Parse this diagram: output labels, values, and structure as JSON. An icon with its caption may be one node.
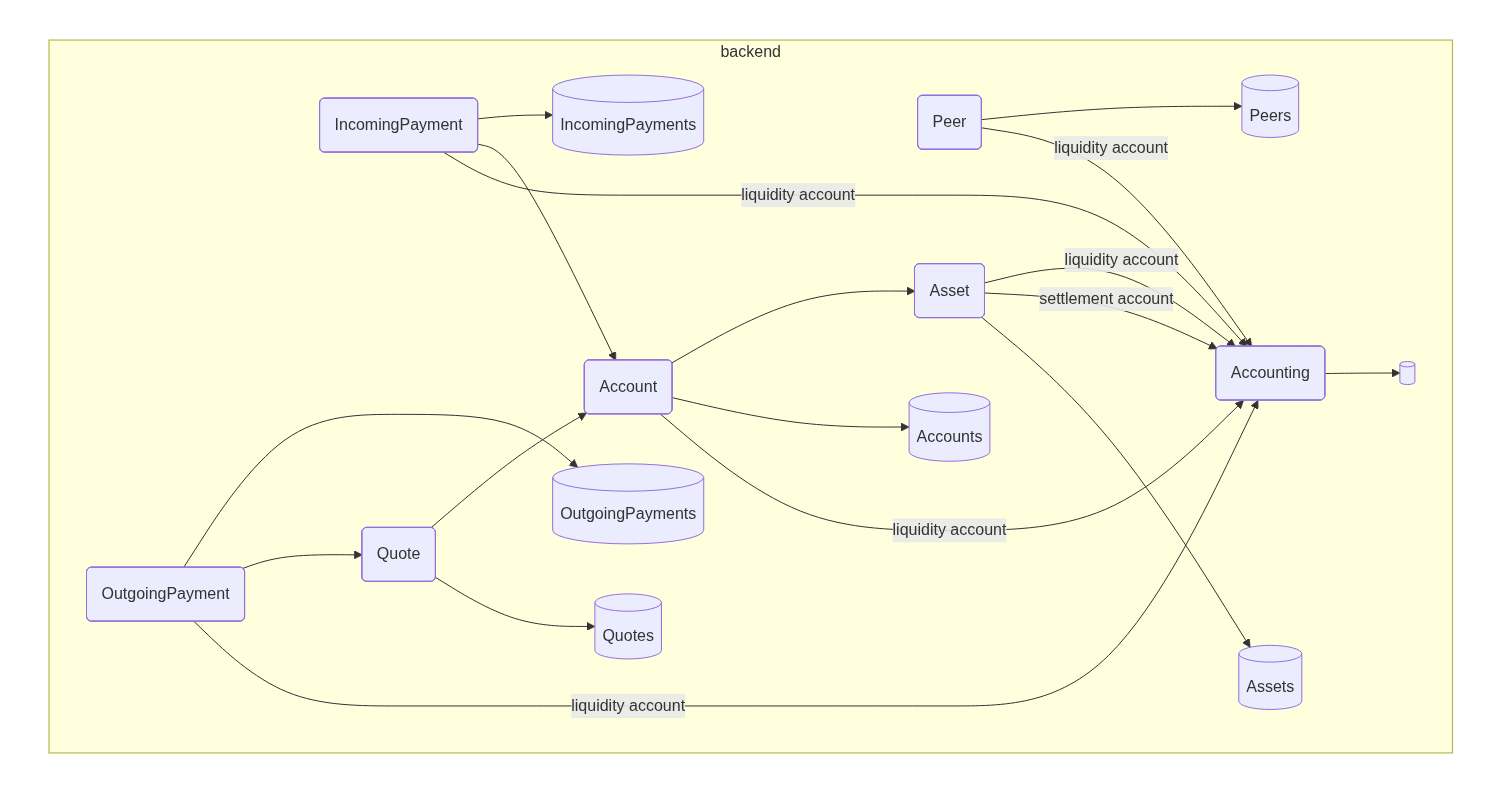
{
  "diagram": {
    "nodes": [
      {
        "text": [
          "backend"
        ]
      },
      {
        "text": [
          "IncomingPayment"
        ],
        "in": 0
      },
      {
        "text": [
          "IncomingPayments"
        ],
        "in": 0
      },
      {
        "text": [
          "Account"
        ],
        "in": 0
      },
      {
        "text": [
          "Quote"
        ],
        "in": 0
      },
      {
        "text": [
          "OutgoingPayment"
        ],
        "in": 0
      },
      {
        "text": [
          "OutgoingPayments"
        ],
        "in": 0
      },
      {
        "text": [
          "Quotes"
        ],
        "in": 0
      },
      {
        "text": [
          "Asset"
        ],
        "in": 0
      },
      {
        "text": [
          "Accounts"
        ],
        "in": 0
      },
      {
        "text": [
          "Peer"
        ],
        "in": 0
      },
      {
        "text": [
          "Peers"
        ],
        "in": 0
      },
      {
        "text": [
          "Assets"
        ],
        "in": 0
      },
      {
        "text": [
          "Accounting"
        ],
        "in": 0
      },
      {
        "text": [],
        "shape": "cylinder",
        "in": 0
      }
    ],
    "edges": [
      {
        "from": 10,
        "to": 11,
        "arrow": "to"
      },
      {
        "from": 10,
        "to": 13,
        "arrow": "to",
        "label": "liquidity account"
      },
      {
        "from": 1,
        "to": 2,
        "arrow": "to"
      },
      {
        "from": 1,
        "to": 3,
        "arrow": "to"
      },
      {
        "from": 1,
        "to": 13,
        "arrow": "to",
        "label": "liquidity account"
      },
      {
        "from": 4,
        "to": 3,
        "arrow": "to"
      },
      {
        "from": 4,
        "to": 7,
        "arrow": "to"
      },
      {
        "from": 5,
        "to": 6,
        "arrow": "to"
      },
      {
        "from": 5,
        "to": 4,
        "arrow": "to"
      },
      {
        "from": 5,
        "to": 13,
        "arrow": "to",
        "label": "liquidity account"
      },
      {
        "from": 3,
        "to": 8,
        "arrow": "to"
      },
      {
        "from": 3,
        "to": 9,
        "arrow": "to"
      },
      {
        "from": 3,
        "to": 13,
        "arrow": "to",
        "label": "liquidity account"
      },
      {
        "from": 8,
        "to": 13,
        "arrow": "to",
        "label": "liquidity account"
      },
      {
        "from": 8,
        "to": 13,
        "arrow": "to",
        "label": "settlement account"
      },
      {
        "from": 8,
        "to": 12,
        "arrow": "to"
      },
      {
        "from": 13,
        "to": 14,
        "arrow": "to"
      }
    ]
  }
}
